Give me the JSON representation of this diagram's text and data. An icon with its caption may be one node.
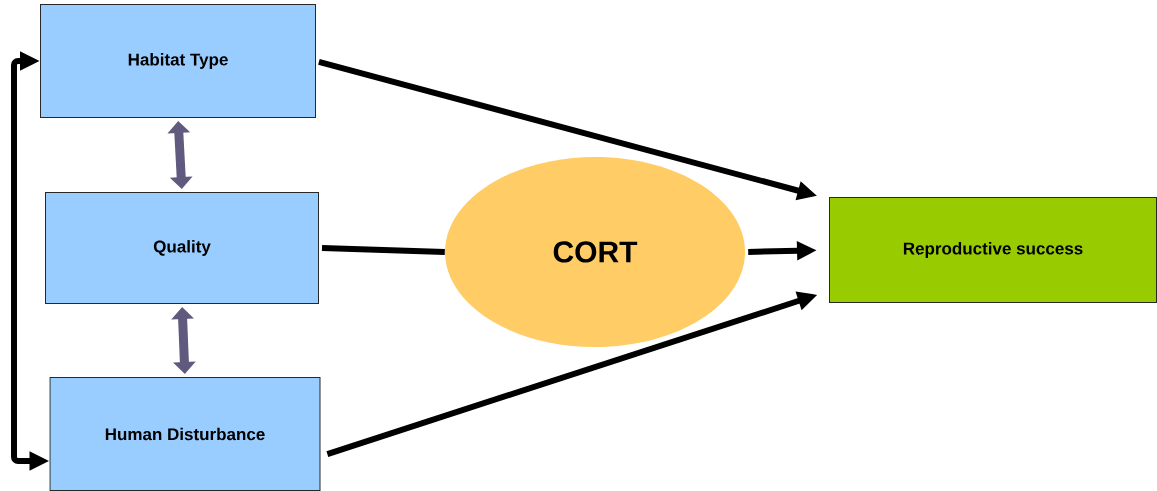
{
  "diagram": {
    "nodes": [
      {
        "text": [
          "Habitat Type"
        ]
      },
      {
        "text": [
          "Quality"
        ]
      },
      {
        "text": [
          "Human Disturbance"
        ]
      },
      {
        "text": [
          "CORT"
        ]
      },
      {
        "text": [
          "Reproductive success"
        ]
      }
    ],
    "edges": [
      {
        "from": 0,
        "to": 1,
        "arrow": "both",
        "color": "#5f5a7e"
      },
      {
        "from": 1,
        "to": 2,
        "arrow": "both",
        "color": "#5f5a7e"
      },
      {
        "from": 0,
        "to": 2,
        "arrow": "both"
      },
      {
        "from": 0,
        "to": 4,
        "arrow": "to"
      },
      {
        "from": 1,
        "to": 3,
        "arrow": "none"
      },
      {
        "from": 3,
        "to": 4,
        "arrow": "to"
      },
      {
        "from": 2,
        "to": 4,
        "arrow": "to"
      }
    ]
  }
}
